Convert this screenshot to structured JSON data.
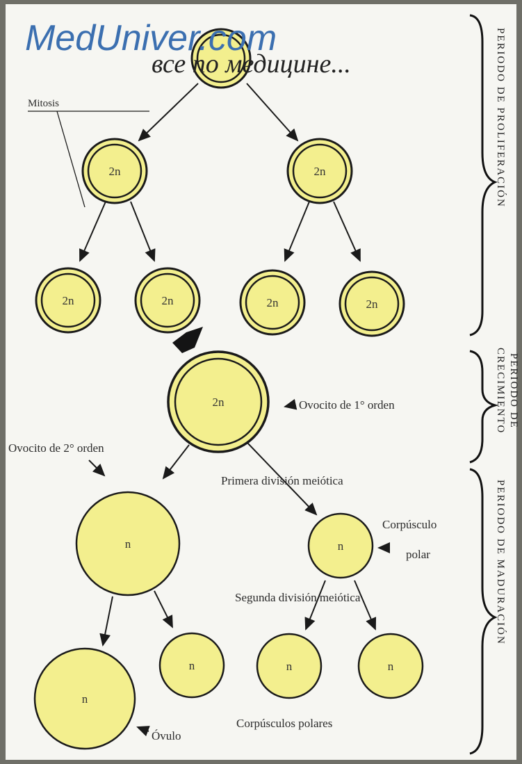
{
  "watermark": {
    "brand": "MedUniver.com",
    "tagline": "все по медицине..."
  },
  "nodes": {
    "root": "",
    "c2a": "2n",
    "c2b": "2n",
    "c3a": "2n",
    "c3b": "2n",
    "c3c": "2n",
    "c3d": "2n",
    "primary": "2n",
    "sec_oocyte": "n",
    "polar1": "n",
    "ovum": "n",
    "polar_s1": "n",
    "polar_s2": "n",
    "polar_s3": "n"
  },
  "labels": {
    "mitosis": "Mitosis",
    "primary_oocyte": "Ovocito de 1° orden",
    "secondary_oocyte": "Ovocito de 2° orden",
    "first_meiotic": "Primera división meiótica",
    "polar_body_1": "Corpúsculo",
    "polar_body_2": "polar",
    "second_meiotic": "Segunda división meiótica",
    "polar_bodies": "Corpúsculos polares",
    "ovum": "Óvulo"
  },
  "periods": {
    "proliferation": "PERIODO DE PROLIFERACIÓN",
    "growth_1": "PERIODO DE",
    "growth_2": "CRECIMIENTO",
    "maturation": "PERIODO DE MADURACIÓN"
  },
  "colors": {
    "cell_fill": "#f3ef8e",
    "cell_stroke": "#1a1a1a",
    "background": "#f6f6f2"
  }
}
